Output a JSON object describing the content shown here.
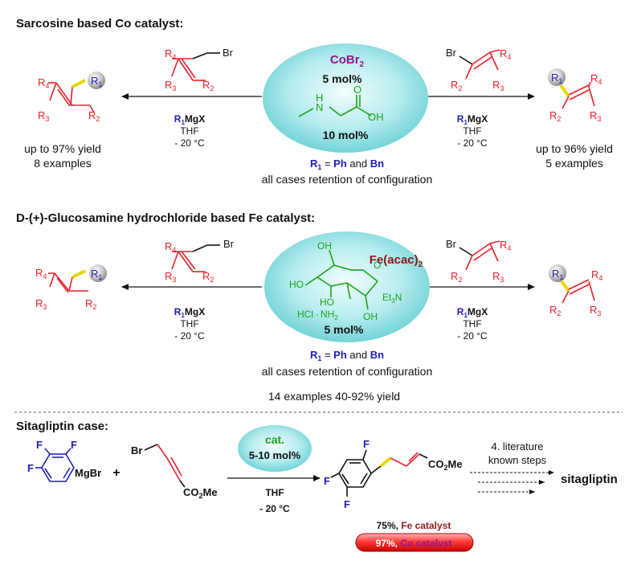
{
  "sections": {
    "s1_title": "Sarcosine based Co catalyst:",
    "s2_title": "D-(+)-Glucosamine hydrochloride based Fe catalyst:",
    "s3_title": "Sitagliptin case:"
  },
  "co": {
    "metal": "CoBr",
    "metal_sub": "2",
    "loading_metal": "5 mol%",
    "loading_ligand": "10 mol%",
    "nh": "N",
    "h": "H",
    "o": "O",
    "oh": "OH",
    "left_yield": "up to 97% yield",
    "left_examples": "8 examples",
    "right_yield": "up to 96% yield",
    "right_examples": "5 examples",
    "r1_def_r": "R",
    "r1_def_sub": "1",
    "r1_def_eq": " = ",
    "r1_ph": "Ph",
    "r1_and": " and ",
    "r1_bn": "Bn",
    "retention": "all cases retention of configuration"
  },
  "fe": {
    "metal": "Fe(acac)",
    "metal_sub": "2",
    "loading": "5 mol%",
    "oh": "OH",
    "ho": "HO",
    "o": "O",
    "hcl": "HCl",
    "nh2": "NH",
    "nh2_sub": "2",
    "et3n": "Et",
    "et3n_sub": "3",
    "et3n_n": "N",
    "r1_def_r": "R",
    "r1_def_sub": "1",
    "r1_def_eq": " = ",
    "r1_ph": "Ph",
    "r1_and": " and ",
    "r1_bn": "Bn",
    "retention": "all cases retention of configuration",
    "summary": "14 examples 40-92% yield"
  },
  "conditions": {
    "grignard_r": "R",
    "grignard_sub": "1",
    "grignard_mgx": "MgX",
    "solvent": "THF",
    "temp": "- 20 °C"
  },
  "substituents": {
    "r": "R",
    "s1": "1",
    "s2": "2",
    "s3": "3",
    "s4": "4",
    "br": "Br"
  },
  "sita": {
    "f": "F",
    "mgbr": "MgBr",
    "plus": "+",
    "br": "Br",
    "co2me": "CO",
    "co2me_sub": "2",
    "co2me_me": "Me",
    "cat": "cat.",
    "cat_loading": "5-10 mol%",
    "solvent": "THF",
    "temp": "- 20 °C",
    "steps_line1": "4. literature",
    "steps_line2": "known steps",
    "product": "sitagliptin",
    "yield_fe_val": "75%,",
    "yield_fe_cat": "Fe catalyst",
    "yield_co_val": "97%,",
    "yield_co_cat": "Co catalyst"
  }
}
